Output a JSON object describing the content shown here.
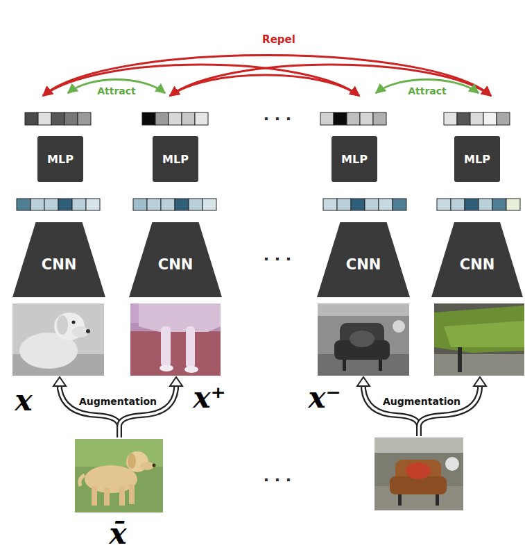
{
  "diagram": {
    "nodes": [
      {
        "text": [
          "MLP"
        ]
      },
      {
        "text": [
          "MLP"
        ]
      },
      {
        "text": [
          "MLP"
        ]
      },
      {
        "text": [
          "MLP"
        ]
      },
      {
        "text": [
          "CNN"
        ]
      },
      {
        "text": [
          "CNN"
        ]
      },
      {
        "text": [
          "CNN"
        ]
      },
      {
        "text": [
          "CNN"
        ]
      }
    ],
    "labels": [
      "Repel",
      "Attract",
      "Attract",
      "· · ·",
      "· · ·",
      "· · ·",
      "x",
      "Augmentation",
      "x⁺",
      "x⁻",
      "Augmentation",
      "x̄"
    ]
  }
}
